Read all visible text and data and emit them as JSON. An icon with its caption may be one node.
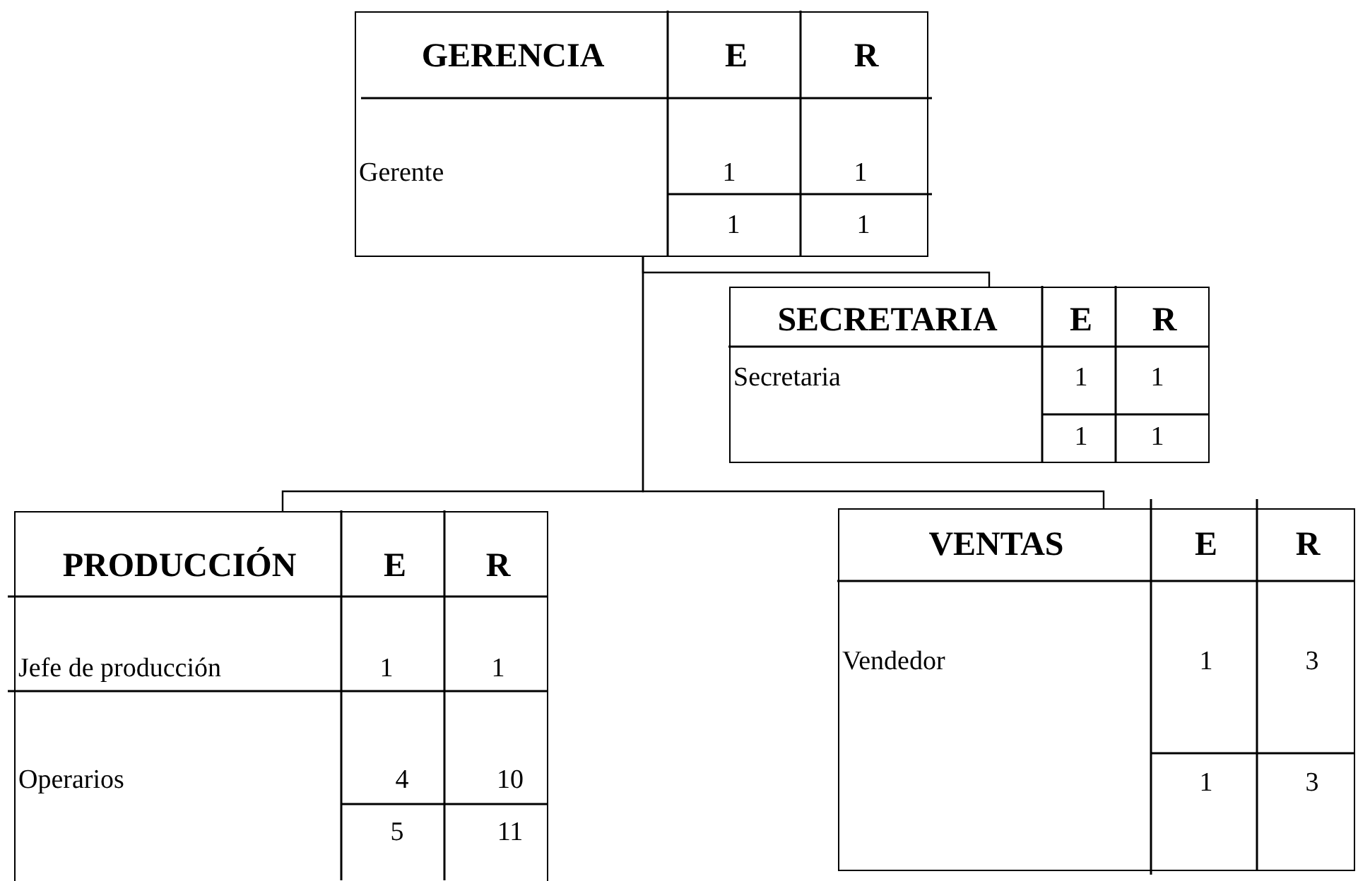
{
  "diagram": {
    "nodes": [
      {
        "text": [
          "GERENCIA",
          "E",
          "R",
          "Gerente",
          "1",
          "1",
          "1",
          "1"
        ]
      },
      {
        "text": [
          "SECRETARIA",
          "E",
          "R",
          "Secretaria",
          "1",
          "1",
          "1",
          "1"
        ]
      },
      {
        "text": [
          "PRODUCCIÓN",
          "E",
          "R",
          "Jefe de producción",
          "1",
          "1",
          "Operarios",
          "4",
          "10",
          "5",
          "11"
        ]
      },
      {
        "text": [
          "VENTAS",
          "E",
          "R",
          "Vendedor",
          "1",
          "3",
          "1",
          "3"
        ]
      }
    ],
    "edges": [
      {
        "from": 0,
        "to": 1,
        "arrow": "none"
      },
      {
        "from": 0,
        "to": 2,
        "arrow": "none"
      },
      {
        "from": 0,
        "to": 3,
        "arrow": "none"
      }
    ]
  }
}
